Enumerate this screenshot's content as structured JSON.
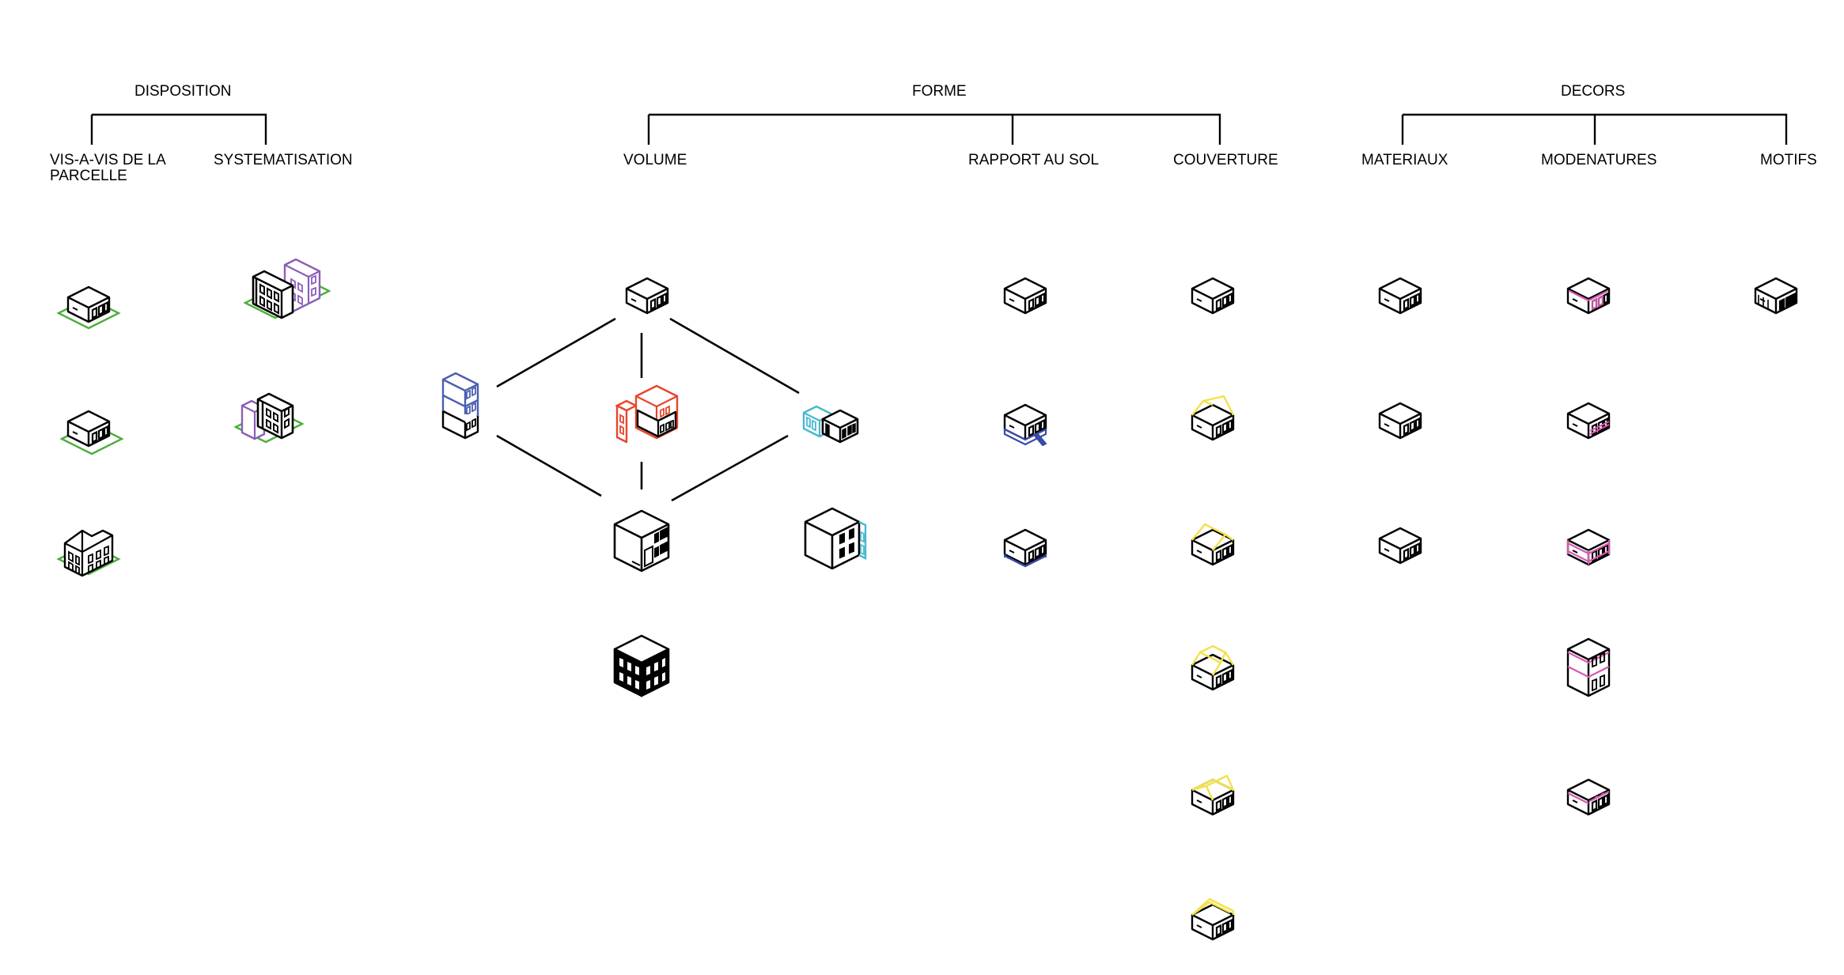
{
  "groups": [
    {
      "key": "disposition",
      "title": "DISPOSITION",
      "children": [
        "VIS-A-VIS DE LA",
        "PARCELLE",
        "SYSTEMATISATION"
      ]
    },
    {
      "key": "forme",
      "title": "FORME",
      "children": [
        "VOLUME",
        "RAPPORT AU SOL",
        "COUVERTURE"
      ]
    },
    {
      "key": "decors",
      "title": "DECORS",
      "children": [
        "MATERIAUX",
        "MODENATURES",
        "MOTIFS"
      ]
    }
  ],
  "colors": {
    "line": "#000000",
    "ground": "#4caf3c",
    "systematisation": "#8a5fb8",
    "volume_stack": "#4a5fb0",
    "volume_center": "#e8452a",
    "volume_side": "#48b8d0",
    "rapport_sol": "#3a4aa8",
    "couverture": "#f2e24a",
    "modenatures": "#d75ab0"
  },
  "icons": {
    "vis_a_vis": [
      "building-ground-icon",
      "building-ground-icon",
      "corner-building-ground-icon"
    ],
    "systematisation": [
      "double-building-icon",
      "paired-building-icon"
    ],
    "volume": [
      "building-icon",
      "stacked-building-icon",
      "expanded-building-icon",
      "side-extension-icon",
      "cube-building-icon",
      "cube-side-icon",
      "solid-cube-icon"
    ],
    "rapport_au_sol": [
      "building-icon",
      "building-stair-icon",
      "building-base-icon"
    ],
    "couverture": [
      "building-roof-icon",
      "building-roof-icon",
      "building-roof-icon",
      "building-roof-icon",
      "building-roof-icon",
      "building-roof-icon"
    ],
    "materiaux": [
      "building-icon",
      "building-icon",
      "building-icon"
    ],
    "modenatures": [
      "building-trim-icon",
      "building-trim-icon",
      "building-trim-icon",
      "tall-building-trim-icon",
      "building-trim-icon"
    ],
    "motifs": [
      "building-pattern-icon"
    ]
  }
}
